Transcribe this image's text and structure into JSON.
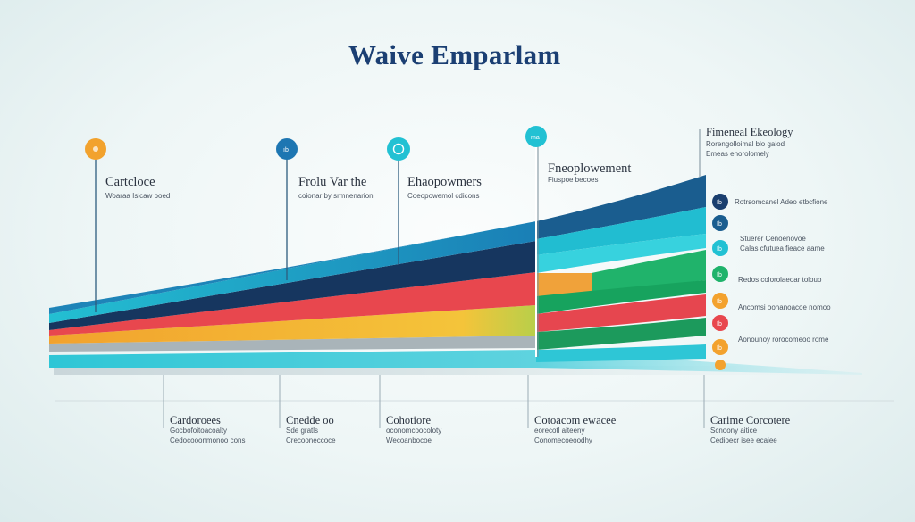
{
  "title": "Waive Emparlam",
  "top_right": {
    "heading": "Fimeneal Ekeology",
    "line1": "Rorengolloimal blo galod",
    "line2": "Emeas enorolomely"
  },
  "milestones": [
    {
      "heading": "Cartcloce",
      "sub": "Woaraa Isicaw poed"
    },
    {
      "heading": "Frolu Var the",
      "sub": "coionar by srmnenarion"
    },
    {
      "heading": "Ehaopowmers",
      "sub": "Coeopowemol cdicons"
    },
    {
      "heading": "Fneoplowement",
      "sub": "Fiuspoe becoes"
    }
  ],
  "right_labels": [
    "Rotrsomcanel Adeo etbcfione",
    "Stuerer Cenoenovoe\nCalas cfutuea fieace aame",
    "Redos colorolaeoar tolouo",
    "Ancomsi oonanoacoe nomoo",
    "Aonounoy rorocomeoo rome"
  ],
  "bottom_columns": [
    {
      "heading": "Cardoroees",
      "sub": "Gocbofoitoacoalty",
      "sub2": "Cedocooonmonoo cons"
    },
    {
      "heading": "Cnedde oo",
      "sub": "Sde gratls",
      "sub2": "Crecooneccoce"
    },
    {
      "heading": "Cohotiore",
      "sub": "oconomcoocoloty",
      "sub2": "Wecoanbocoe"
    },
    {
      "heading": "Cotoacom ewacee",
      "sub": "eorecotl aiteeny",
      "sub2": "Conomecoeoodhy"
    },
    {
      "heading": "Carime Corcotere",
      "sub": "Scnoony aitice",
      "sub2": "Cedioecr isee ecaiee"
    }
  ],
  "colors": {
    "navy": "#1a3f6f",
    "blue": "#1d76b2",
    "cyan": "#22c1d3",
    "green": "#1fb36b",
    "orange": "#f3a22e",
    "red": "#e8474e"
  }
}
